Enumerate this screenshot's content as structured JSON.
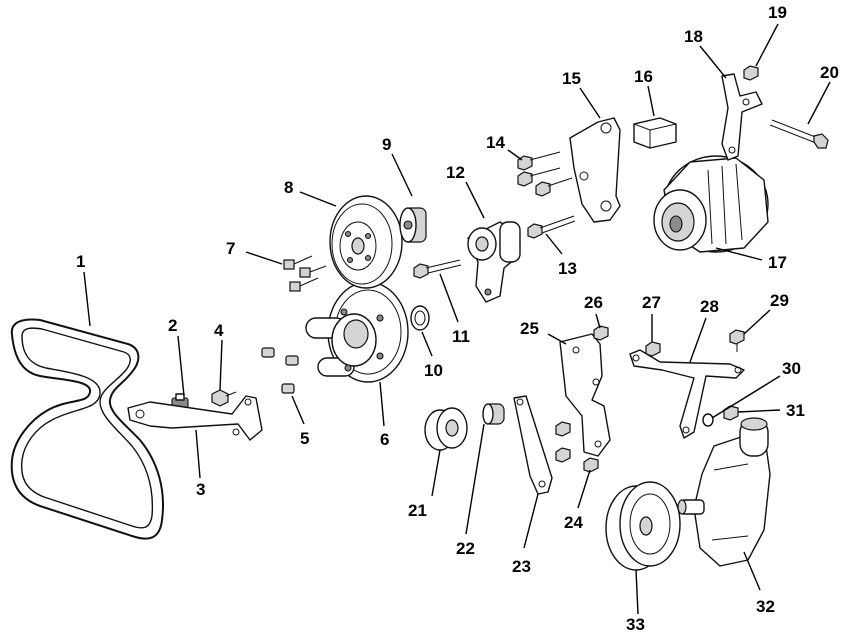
{
  "callouts": [
    {
      "n": "1"
    },
    {
      "n": "2"
    },
    {
      "n": "3"
    },
    {
      "n": "4"
    },
    {
      "n": "5"
    },
    {
      "n": "6"
    },
    {
      "n": "7"
    },
    {
      "n": "8"
    },
    {
      "n": "9"
    },
    {
      "n": "10"
    },
    {
      "n": "11"
    },
    {
      "n": "12"
    },
    {
      "n": "13"
    },
    {
      "n": "14"
    },
    {
      "n": "15"
    },
    {
      "n": "16"
    },
    {
      "n": "17"
    },
    {
      "n": "18"
    },
    {
      "n": "19"
    },
    {
      "n": "20"
    },
    {
      "n": "21"
    },
    {
      "n": "22"
    },
    {
      "n": "23"
    },
    {
      "n": "24"
    },
    {
      "n": "25"
    },
    {
      "n": "26"
    },
    {
      "n": "27"
    },
    {
      "n": "28"
    },
    {
      "n": "29"
    },
    {
      "n": "30"
    },
    {
      "n": "31"
    },
    {
      "n": "32"
    },
    {
      "n": "33"
    }
  ],
  "colors": {
    "ink": "#111111",
    "shade": "#d4d4d4",
    "dark": "#8a8a8a",
    "paper": "#ffffff"
  }
}
